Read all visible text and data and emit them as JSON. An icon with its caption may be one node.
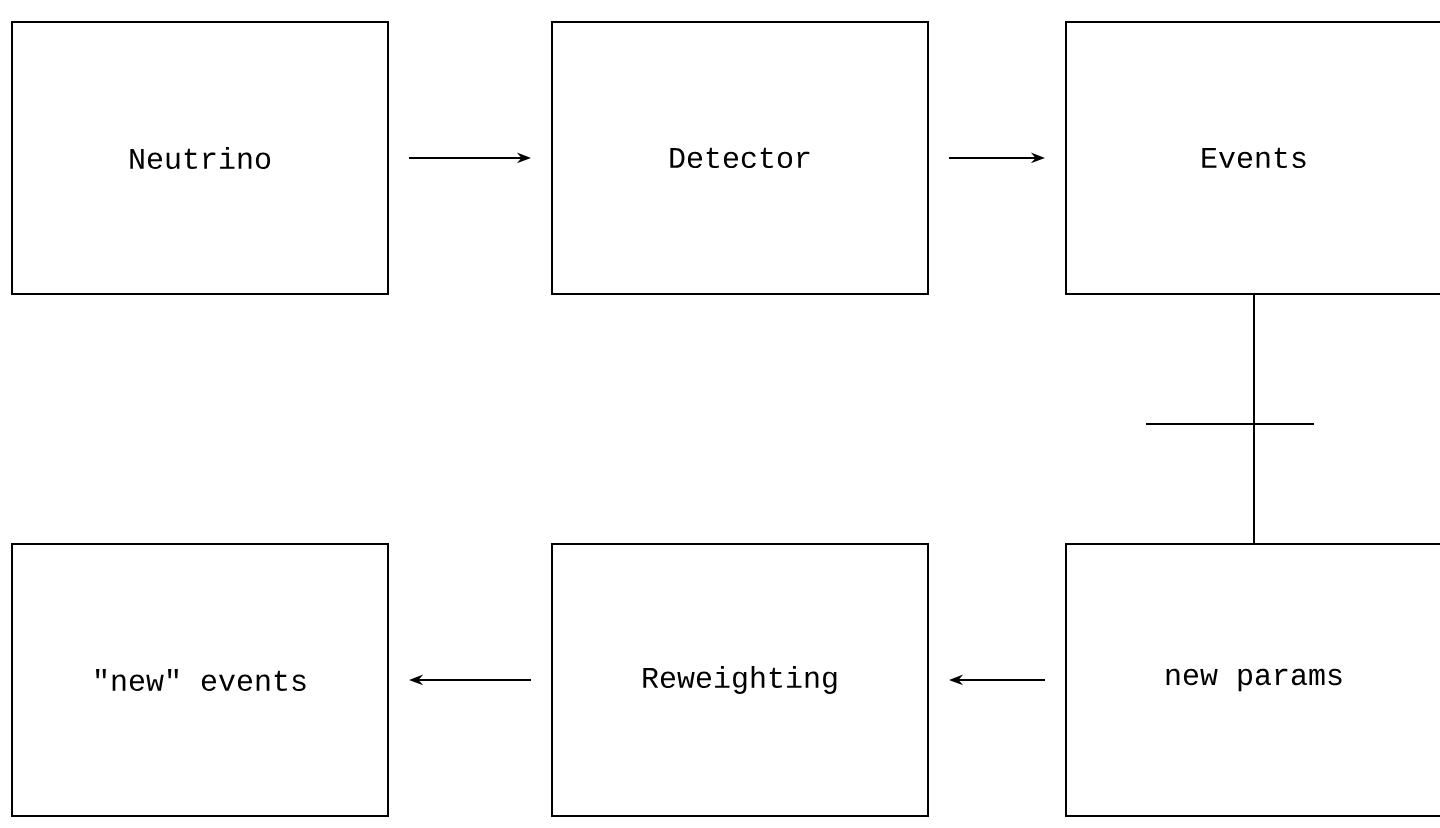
{
  "diagram": {
    "nodes": [
      {
        "text": [
          "Neutrino"
        ]
      },
      {
        "text": [
          "Detector"
        ]
      },
      {
        "text": [
          "Events"
        ]
      },
      {
        "text": [
          "\"new\" events"
        ]
      },
      {
        "text": [
          "Reweighting"
        ]
      },
      {
        "text": [
          "new params"
        ]
      }
    ],
    "edges": [
      {
        "from": 0,
        "to": 1,
        "arrow": "to"
      },
      {
        "from": 1,
        "to": 2,
        "arrow": "to"
      },
      {
        "from": 2,
        "to": 5,
        "arrow": "none"
      },
      {
        "from": 5,
        "to": 4,
        "arrow": "to"
      },
      {
        "from": 4,
        "to": 3,
        "arrow": "to"
      }
    ]
  }
}
